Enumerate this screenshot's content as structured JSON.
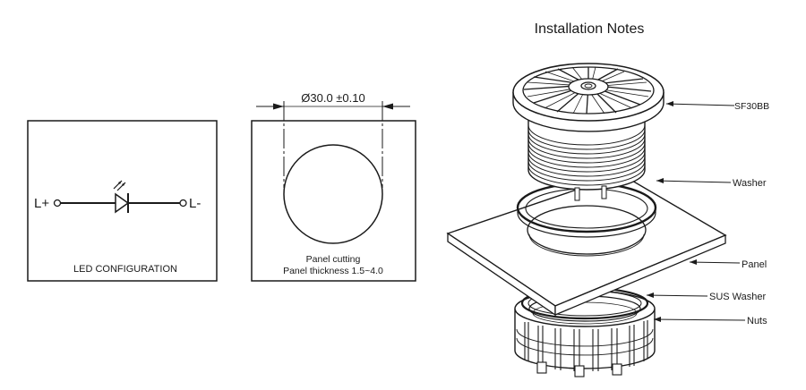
{
  "led_panel": {
    "caption": "LED CONFIGURATION",
    "terminal_plus": "L+",
    "terminal_minus": "L-"
  },
  "cutout_panel": {
    "dimension": "Ø30.0 ±0.10",
    "caption_line1": "Panel cutting",
    "caption_line2": "Panel thickness 1.5~4.0"
  },
  "installation": {
    "title": "Installation Notes",
    "callouts": {
      "sf30bb": "SF30BB",
      "washer": "Washer",
      "panel": "Panel",
      "sus_washer": "SUS Washer",
      "nuts": "Nuts"
    }
  }
}
